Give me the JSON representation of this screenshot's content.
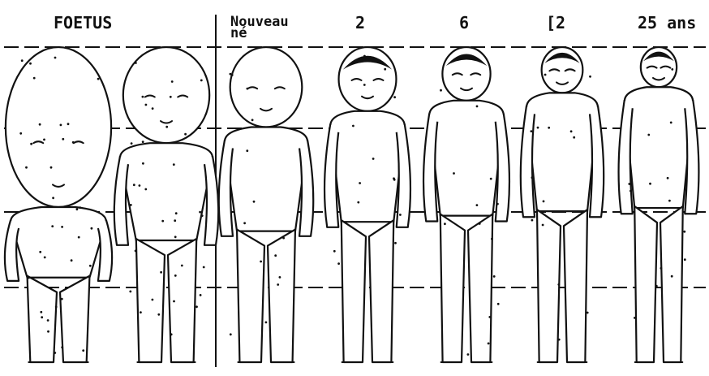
{
  "labels": {
    "foetus": "FOETUS",
    "nouveau_ne": "Nouveau\nné",
    "age_2": "2",
    "age_6": "6",
    "age_12": "[2",
    "age_25": "25 ans"
  },
  "figures": [
    {
      "id": "foetus",
      "head_fraction": 0.5
    },
    {
      "id": "infant",
      "head_fraction": 0.3
    },
    {
      "id": "nouveau-ne",
      "head_fraction": 0.25
    },
    {
      "id": "age-2",
      "head_fraction": 0.2
    },
    {
      "id": "age-6",
      "head_fraction": 0.167
    },
    {
      "id": "age-12",
      "head_fraction": 0.143
    },
    {
      "id": "age-25",
      "head_fraction": 0.125
    }
  ]
}
